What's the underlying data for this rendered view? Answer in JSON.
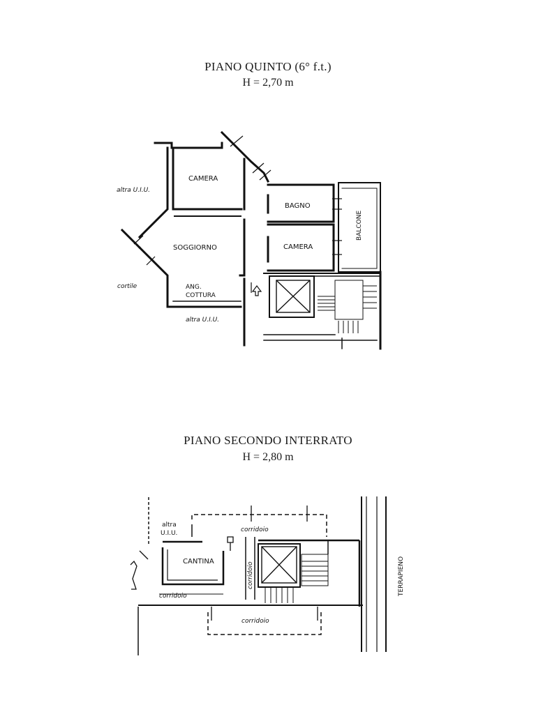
{
  "plan_upper": {
    "title": "PIANO QUINTO (6° f.t.)",
    "height_label": "H = 2,70 m",
    "rooms": {
      "camera_1": "CAMERA",
      "bagno": "BAGNO",
      "balcone": "BALCONE",
      "camera_2": "CAMERA",
      "soggiorno": "SOGGIORNO",
      "ang": "ANG.",
      "cottura": "COTTURA"
    },
    "notes": {
      "altra_uiu_left": "altra U.I.U.",
      "cortile": "cortile",
      "altra_uiu_bottom": "altra U.I.U."
    }
  },
  "plan_lower": {
    "title": "PIANO SECONDO INTERRATO",
    "height_label": "H = 2,80 m",
    "rooms": {
      "cantina": "CANTINA"
    },
    "notes": {
      "altra": "altra",
      "uiu": "U.I.U.",
      "corridoio_top": "corridoio",
      "corridoio_vertical": "corridoio",
      "corridoio_left": "corridoio",
      "corridoio_bottom": "corridoio",
      "terrapieno": "TERRAPIENO"
    }
  }
}
